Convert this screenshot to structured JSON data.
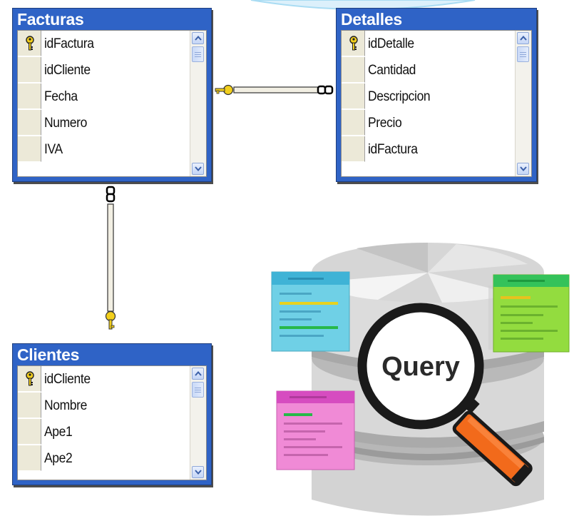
{
  "tables": {
    "facturas": {
      "title": "Facturas",
      "fields": [
        "idFactura",
        "idCliente",
        "Fecha",
        "Numero",
        "IVA"
      ]
    },
    "detalles": {
      "title": "Detalles",
      "fields": [
        "idDetalle",
        "Cantidad",
        "Descripcion",
        "Precio",
        "idFactura"
      ]
    },
    "clientes": {
      "title": "Clientes",
      "fields": [
        "idCliente",
        "Nombre",
        "Ape1",
        "Ape2"
      ]
    }
  },
  "illustration": {
    "magnifier_text": "Query"
  },
  "icons": [
    "primary-key-icon",
    "key-endpoint-icon",
    "infinity-endpoint-icon",
    "magnifying-glass-icon",
    "database-icon"
  ],
  "colors": {
    "title_bar": "#2f63c6",
    "row_selector": "#ece9d8",
    "note_blue": "#6fd0e6",
    "note_green": "#93dc3f",
    "note_pink": "#f08ad6",
    "handle_orange": "#f26a1b"
  }
}
